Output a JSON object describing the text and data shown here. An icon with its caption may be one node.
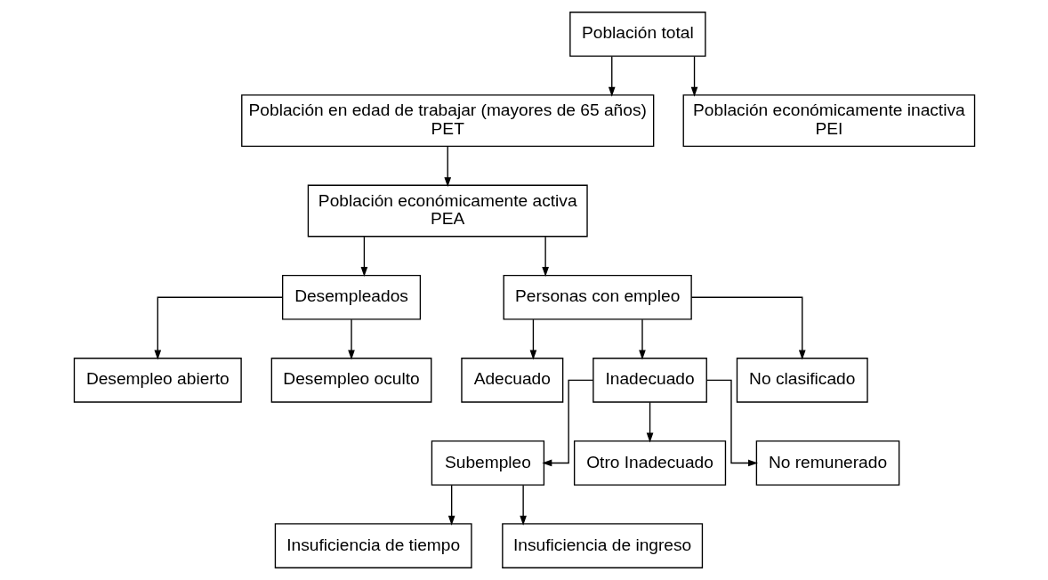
{
  "diagram": {
    "nodes": [
      {
        "text": [
          "Población total"
        ]
      },
      {
        "text": [
          "Población en edad de trabajar (mayores de 65 años)",
          "PET"
        ]
      },
      {
        "text": [
          "Población económicamente inactiva",
          "PEI"
        ]
      },
      {
        "text": [
          "Población económicamente activa",
          "PEA"
        ]
      },
      {
        "text": [
          "Desempleados"
        ]
      },
      {
        "text": [
          "Personas con empleo"
        ]
      },
      {
        "text": [
          "Desempleo abierto"
        ]
      },
      {
        "text": [
          "Desempleo oculto"
        ]
      },
      {
        "text": [
          "Adecuado"
        ]
      },
      {
        "text": [
          "Inadecuado"
        ]
      },
      {
        "text": [
          "No clasificado"
        ]
      },
      {
        "text": [
          "Subempleo"
        ]
      },
      {
        "text": [
          "Otro Inadecuado"
        ]
      },
      {
        "text": [
          "No remunerado"
        ]
      },
      {
        "text": [
          "Insuficiencia de tiempo"
        ]
      },
      {
        "text": [
          "Insuficiencia de ingreso"
        ]
      }
    ],
    "edges": [
      {
        "from": 0,
        "to": 1,
        "arrow": "to"
      },
      {
        "from": 0,
        "to": 2,
        "arrow": "to"
      },
      {
        "from": 1,
        "to": 3,
        "arrow": "to"
      },
      {
        "from": 3,
        "to": 4,
        "arrow": "to"
      },
      {
        "from": 3,
        "to": 5,
        "arrow": "to"
      },
      {
        "from": 4,
        "to": 6,
        "arrow": "to"
      },
      {
        "from": 4,
        "to": 7,
        "arrow": "to"
      },
      {
        "from": 5,
        "to": 8,
        "arrow": "to"
      },
      {
        "from": 5,
        "to": 9,
        "arrow": "to"
      },
      {
        "from": 5,
        "to": 10,
        "arrow": "to"
      },
      {
        "from": 9,
        "to": 11,
        "arrow": "to"
      },
      {
        "from": 9,
        "to": 12,
        "arrow": "to"
      },
      {
        "from": 9,
        "to": 13,
        "arrow": "to"
      },
      {
        "from": 11,
        "to": 14,
        "arrow": "to"
      },
      {
        "from": 11,
        "to": 15,
        "arrow": "to"
      }
    ]
  }
}
